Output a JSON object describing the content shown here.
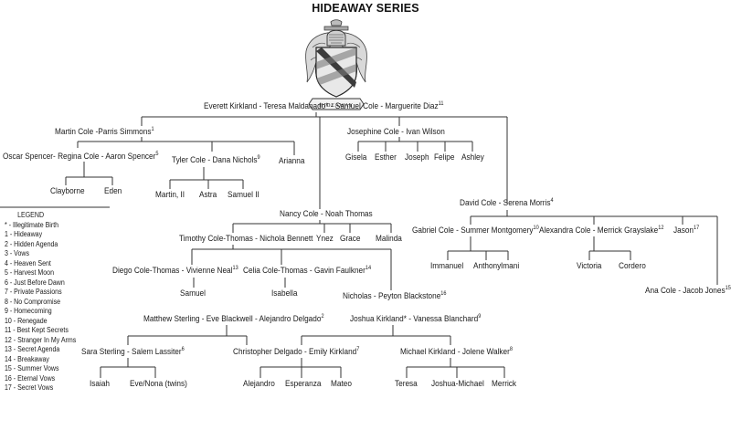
{
  "title": "HIDEAWAY SERIES",
  "crest": {
    "motto": "HIDEAWAY"
  },
  "people": {
    "root": {
      "text": "Everett Kirkland - Teresa Maldanado* - Samuel Cole - Marguerite Diaz",
      "sup": "11"
    },
    "martin": {
      "text": "Martin Cole -Parris Simmons",
      "sup": "1"
    },
    "josephine": {
      "text": "Josephine Cole - Ivan Wilson",
      "sup": ""
    },
    "gisela": {
      "text": "Gisela",
      "sup": ""
    },
    "esther": {
      "text": "Esther",
      "sup": ""
    },
    "joseph": {
      "text": "Joseph",
      "sup": ""
    },
    "felipe": {
      "text": "Felipe",
      "sup": ""
    },
    "ashley": {
      "text": "Ashley",
      "sup": ""
    },
    "oscar": {
      "text": "Oscar Spencer- Regina Cole - Aaron Spencer",
      "sup": "5"
    },
    "tyler": {
      "text": "Tyler Cole - Dana Nichols",
      "sup": "9"
    },
    "arianna": {
      "text": "Arianna",
      "sup": ""
    },
    "clayborne": {
      "text": "Clayborne",
      "sup": ""
    },
    "eden": {
      "text": "Eden",
      "sup": ""
    },
    "martin2": {
      "text": "Martin, II",
      "sup": ""
    },
    "astra": {
      "text": "Astra",
      "sup": ""
    },
    "samuel2": {
      "text": "Samuel II",
      "sup": ""
    },
    "david": {
      "text": "David Cole - Serena Morris",
      "sup": "4"
    },
    "nancy": {
      "text": "Nancy Cole - Noah Thomas",
      "sup": ""
    },
    "timothy": {
      "text": "Timothy Cole-Thomas - Nichola Bennett",
      "sup": ""
    },
    "ynez": {
      "text": "Ynez",
      "sup": ""
    },
    "grace": {
      "text": "Grace",
      "sup": ""
    },
    "malinda": {
      "text": "Malinda",
      "sup": ""
    },
    "gabriel": {
      "text": "Gabriel Cole - Summer Montgomery",
      "sup": "10"
    },
    "alexandra": {
      "text": "Alexandra Cole - Merrick Grayslake",
      "sup": "12"
    },
    "jason": {
      "text": "Jason",
      "sup": "17"
    },
    "immanuel": {
      "text": "Immanuel",
      "sup": ""
    },
    "anthony": {
      "text": "Anthony",
      "sup": ""
    },
    "imani": {
      "text": "Imani",
      "sup": ""
    },
    "victoria": {
      "text": "Victoria",
      "sup": ""
    },
    "cordero": {
      "text": "Cordero",
      "sup": ""
    },
    "diego": {
      "text": "Diego Cole-Thomas - Vivienne Neal",
      "sup": "13"
    },
    "celia": {
      "text": "Celia Cole-Thomas - Gavin Faulkner",
      "sup": "14"
    },
    "samuel": {
      "text": "Samuel",
      "sup": ""
    },
    "isabella": {
      "text": "Isabella",
      "sup": ""
    },
    "nicholas": {
      "text": "Nicholas - Peyton Blackstone",
      "sup": "16"
    },
    "ana": {
      "text": "Ana Cole - Jacob Jones",
      "sup": "15"
    },
    "matthew": {
      "text": "Matthew Sterling - Eve Blackwell - Alejandro Delgado",
      "sup": "2"
    },
    "joshua": {
      "text": "Joshua Kirkland* - Vanessa Blanchard",
      "sup": "9"
    },
    "sara": {
      "text": "Sara Sterling - Salem Lassiter",
      "sup": "6"
    },
    "christopher": {
      "text": "Christopher Delgado - Emily Kirkland",
      "sup": "7"
    },
    "michael": {
      "text": "Michael Kirkland - Jolene Walker",
      "sup": "8"
    },
    "isaiah": {
      "text": "Isaiah",
      "sup": ""
    },
    "eve_nona": {
      "text": "Eve/Nona (twins)",
      "sup": ""
    },
    "alejandro": {
      "text": "Alejandro",
      "sup": ""
    },
    "esperanza": {
      "text": "Esperanza",
      "sup": ""
    },
    "mateo": {
      "text": "Mateo",
      "sup": ""
    },
    "teresa": {
      "text": "Teresa",
      "sup": ""
    },
    "joshua_michael": {
      "text": "Joshua-Michael",
      "sup": ""
    },
    "merrick": {
      "text": "Merrick",
      "sup": ""
    }
  },
  "legend": {
    "title": "LEGEND",
    "items": [
      "* - Illegitimate Birth",
      "1 - Hideaway",
      "2 - Hidden Agenda",
      "3 - Vows",
      "4 - Heaven Sent",
      "5 - Harvest Moon",
      "6 - Just Before Dawn",
      "7 - Private Passions",
      "8 - No Compromise",
      "9 - Homecoming",
      "10 - Renegade",
      "11 - Best Kept Secrets",
      "12 - Stranger In My Arms",
      "13 - Secret Agenda",
      "14 - Breakaway",
      "15 - Summer Vows",
      "16 - Eternal Vows",
      "17 - Secret Vows"
    ]
  }
}
